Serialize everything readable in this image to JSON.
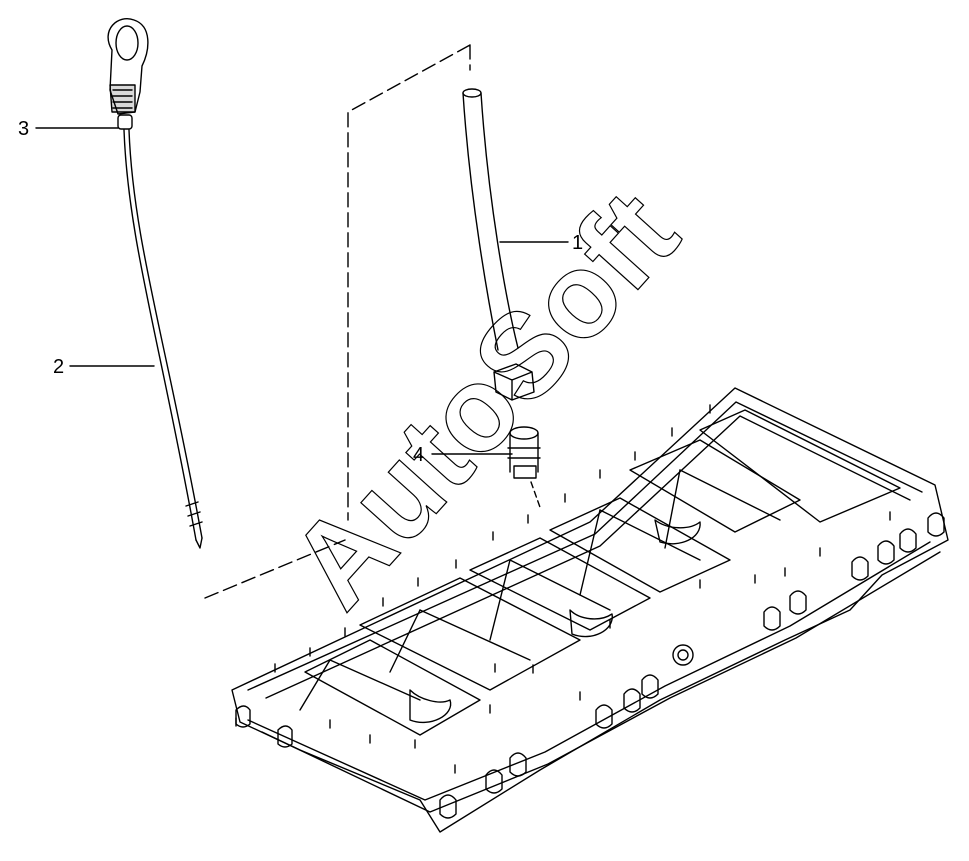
{
  "figure": {
    "corner_mark": "",
    "callouts": [
      {
        "id": "1",
        "label": "1"
      },
      {
        "id": "2",
        "label": "2"
      },
      {
        "id": "3",
        "label": "3"
      },
      {
        "id": "4",
        "label": "4"
      }
    ],
    "watermark": "AutoSoft"
  }
}
